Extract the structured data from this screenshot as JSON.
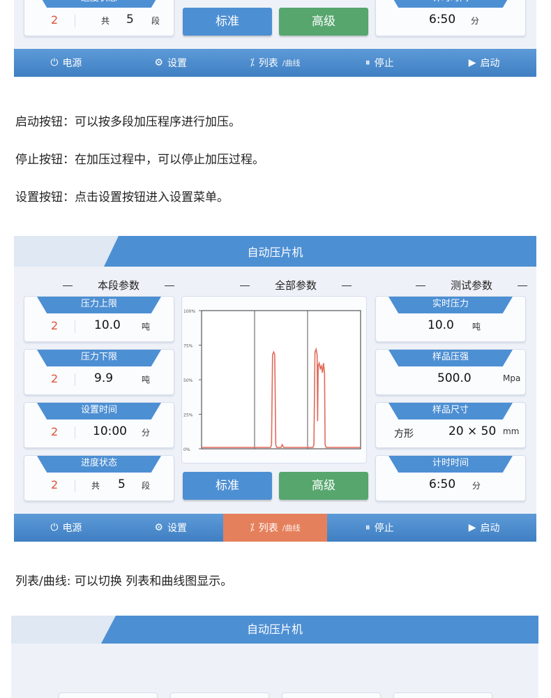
{
  "panel_top": {
    "left_card": {
      "tab": "进度状态",
      "segment": "2",
      "total_prefix": "共",
      "total": "5",
      "total_suffix": "段"
    },
    "buttons": {
      "standard": "标准",
      "advanced": "高级"
    },
    "right_card": {
      "tab": "计时时间",
      "value": "6:50",
      "unit": "分"
    },
    "nav": [
      {
        "icon": "⏻",
        "label": "电源"
      },
      {
        "icon": "⚙",
        "label": "设置"
      },
      {
        "icon": "⁒",
        "label": "列表",
        "sub": "/曲线"
      },
      {
        "icon": "⏸",
        "label": "停止"
      },
      {
        "icon": "▶",
        "label": "启动"
      }
    ]
  },
  "descriptions_1": {
    "start": "启动按钮：可以按多段加压程序进行加压。",
    "stop": "停止按钮：在加压过程中，可以停止加压过程。",
    "settings": "设置按钮：点击设置按钮进入设置菜单。"
  },
  "panel_main": {
    "title": "自动压片机",
    "sections": {
      "left": "本段参数",
      "center": "全部参数",
      "right": "测试参数"
    },
    "left_cards": [
      {
        "tab": "压力上限",
        "segment": "2",
        "value": "10.0",
        "unit": "吨"
      },
      {
        "tab": "压力下限",
        "segment": "2",
        "value": "9.9",
        "unit": "吨"
      },
      {
        "tab": "设置时间",
        "segment": "2",
        "value": "10:00",
        "unit": "分"
      },
      {
        "tab": "进度状态",
        "segment": "2",
        "total_prefix": "共",
        "value": "5",
        "unit": "段"
      }
    ],
    "right_cards": [
      {
        "tab": "实时压力",
        "value": "10.0",
        "unit": "吨"
      },
      {
        "tab": "样品压强",
        "value": "500.0",
        "unit": "Mpa"
      },
      {
        "tab": "样品尺寸",
        "shape": "方形",
        "value": "20 × 50",
        "unit": "mm"
      },
      {
        "tab": "计时时间",
        "value": "6:50",
        "unit": "分"
      }
    ],
    "buttons": {
      "standard": "标准",
      "advanced": "高级"
    },
    "nav": [
      {
        "icon": "⏻",
        "label": "电源"
      },
      {
        "icon": "⚙",
        "label": "设置"
      },
      {
        "icon": "⁒",
        "label": "列表",
        "sub": "/曲线",
        "active": true
      },
      {
        "icon": "⏸",
        "label": "停止"
      },
      {
        "icon": "▶",
        "label": "启动"
      }
    ],
    "accent": "#4d8fd3",
    "active_tab_color": "#e5805c"
  },
  "chart_data": {
    "type": "line",
    "y_ticks": [
      "100%",
      "75%",
      "50%",
      "25%",
      "0%"
    ],
    "ylim": [
      0,
      100
    ],
    "xlim": [
      0,
      300
    ],
    "divider_x": [
      100,
      200
    ],
    "series": [
      {
        "color": "#e06a5a",
        "points": [
          [
            0,
            1
          ],
          [
            130,
            1
          ],
          [
            132,
            3
          ],
          [
            134,
            68
          ],
          [
            136,
            70
          ],
          [
            138,
            68
          ],
          [
            140,
            3
          ],
          [
            142,
            1
          ],
          [
            150,
            1
          ],
          [
            152,
            3
          ],
          [
            155,
            1
          ],
          [
            210,
            1
          ],
          [
            212,
            3
          ],
          [
            214,
            70
          ],
          [
            216,
            72
          ],
          [
            218,
            68
          ],
          [
            219,
            20
          ],
          [
            220,
            60
          ],
          [
            222,
            62
          ],
          [
            224,
            58
          ],
          [
            226,
            60
          ],
          [
            228,
            55
          ],
          [
            230,
            62
          ],
          [
            232,
            55
          ],
          [
            233,
            3
          ],
          [
            235,
            1
          ],
          [
            300,
            1
          ]
        ]
      }
    ]
  },
  "descriptions_2": {
    "list_curve": "列表/曲线: 可以切换 列表和曲线图显示。"
  },
  "panel_bottom": {
    "title": "自动压片机"
  }
}
